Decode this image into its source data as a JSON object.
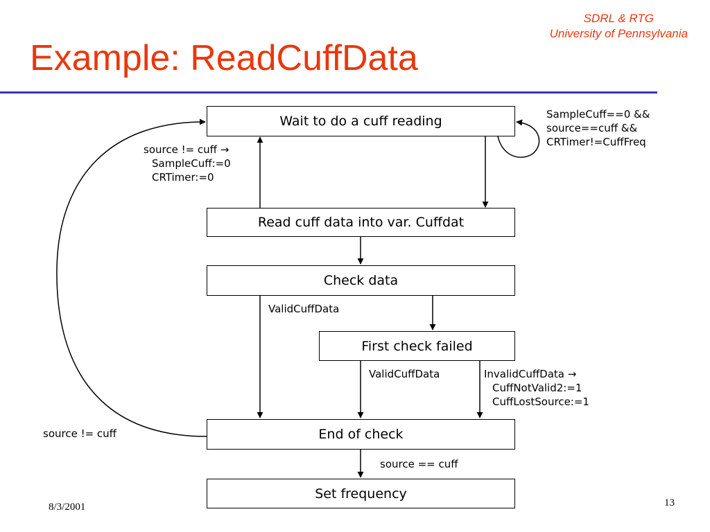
{
  "slide": {
    "affiliation_line1": "SDRL & RTG",
    "affiliation_line2": "University of Pennsylvania",
    "title": "Example: ReadCuffData",
    "accent_color": "#e8380d",
    "rule_color": "#3333cc",
    "date": "8/3/2001",
    "page_number": "13"
  },
  "states": {
    "wait": "Wait to do a cuff reading",
    "read": "Read cuff data into var. Cuffdat",
    "check": "Check data",
    "first_failed": "First check failed",
    "end": "End of check",
    "set_freq": "Set frequency"
  },
  "transitions": {
    "self_loop": [
      "SampleCuff==0 &&",
      "source==cuff &&",
      "CRTimer!=CuffFreq"
    ],
    "source_not_cuff_reset": [
      "source != cuff →",
      "SampleCuff:=0",
      "CRTimer:=0"
    ],
    "valid_from_check": "ValidCuffData",
    "valid_from_first_failed": "ValidCuffData",
    "invalid_from_first_failed": [
      "InvalidCuffData →",
      "CuffNotValid2:=1",
      "CuffLostSource:=1"
    ],
    "source_not_cuff_loop": "source != cuff",
    "source_eq_cuff": "source == cuff"
  }
}
